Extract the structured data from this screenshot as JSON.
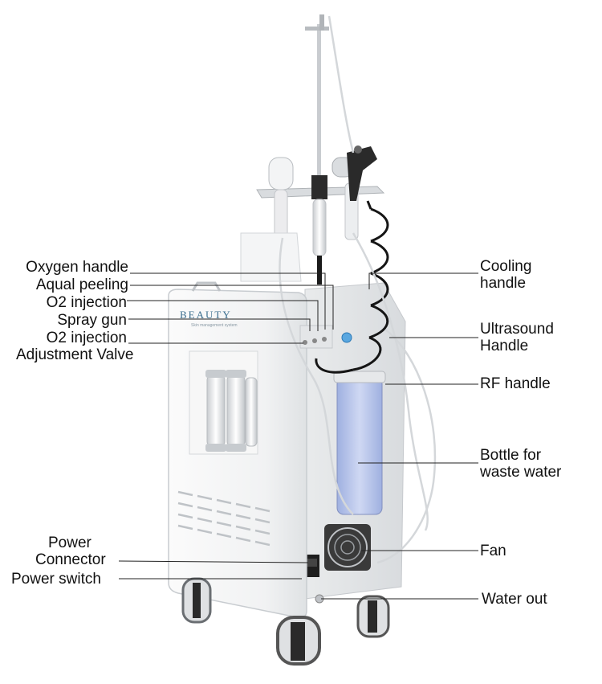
{
  "callouts": {
    "oxygen_handle": "Oxygen handle",
    "aqual_peeling": "Aqual peeling",
    "o2_injection": "O2 injection",
    "spray_gun": "Spray gun",
    "o2_valve_line1": "O2 injection",
    "o2_valve_line2": "Adjustment Valve",
    "power_connector_line1": "Power",
    "power_connector_line2": "Connector",
    "power_switch": "Power switch",
    "cooling_line1": "Cooling",
    "cooling_line2": "handle",
    "ultrasound_line1": "Ultrasound",
    "ultrasound_line2": "Handle",
    "rf_handle": "RF handle",
    "bottle_line1": "Bottle for",
    "bottle_line2": "waste water",
    "fan": "Fan",
    "water_out": "Water out"
  },
  "device": {
    "brand": "BEAUTY",
    "brand_sub": "Skin management system"
  },
  "colors": {
    "body": "#f2f3f4",
    "outline": "#c9cdd1",
    "leader_line": "#222222",
    "bottle": "#b9c7ea",
    "hose": "#151515"
  }
}
